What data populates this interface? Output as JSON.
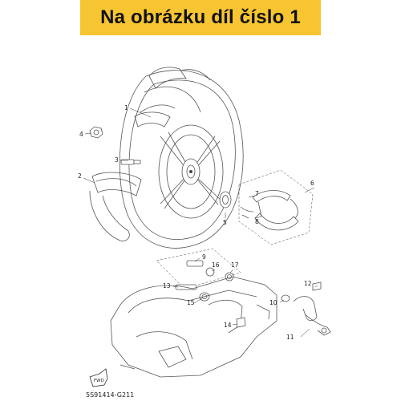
{
  "banner": {
    "text": "Na obrázku díl číslo 1",
    "color": "#f7c531"
  },
  "diagram": {
    "code": "5S91414-G211",
    "fwd_label": "FWD",
    "callouts": [
      "1",
      "2",
      "3",
      "4",
      "5",
      "6",
      "7",
      "8",
      "9",
      "10",
      "11",
      "12",
      "13",
      "14",
      "15",
      "16",
      "17"
    ]
  }
}
